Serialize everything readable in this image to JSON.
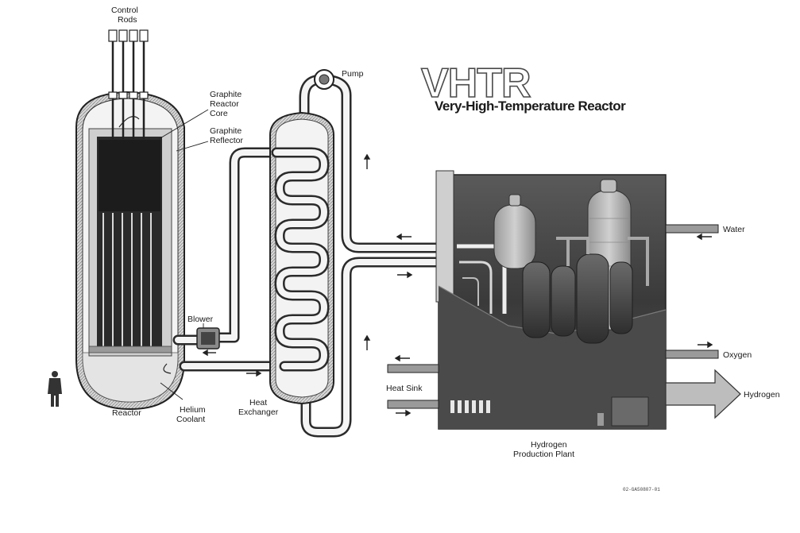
{
  "title": {
    "acronym": "VHTR",
    "full": "Very-High-Temperature Reactor"
  },
  "labels": {
    "control_rods_line1": "Control",
    "control_rods_line2": "Rods",
    "graphite_core_line1": "Graphite",
    "graphite_core_line2": "Reactor",
    "graphite_core_line3": "Core",
    "graphite_reflector_line1": "Graphite",
    "graphite_reflector_line2": "Reflector",
    "pump": "Pump",
    "blower": "Blower",
    "reactor": "Reactor",
    "helium_line1": "Helium",
    "helium_line2": "Coolant",
    "heat_exchanger_line1": "Heat",
    "heat_exchanger_line2": "Exchanger",
    "heat_sink": "Heat Sink",
    "plant_line1": "Hydrogen",
    "plant_line2": "Production Plant",
    "water": "Water",
    "oxygen": "Oxygen",
    "hydrogen": "Hydrogen"
  },
  "figure_code": "02-GA50807-01",
  "colors": {
    "ink": "#1a1a1a",
    "core": "#2a2a2a",
    "plant_dark": "#3a3a3a",
    "paper": "#ffffff"
  }
}
